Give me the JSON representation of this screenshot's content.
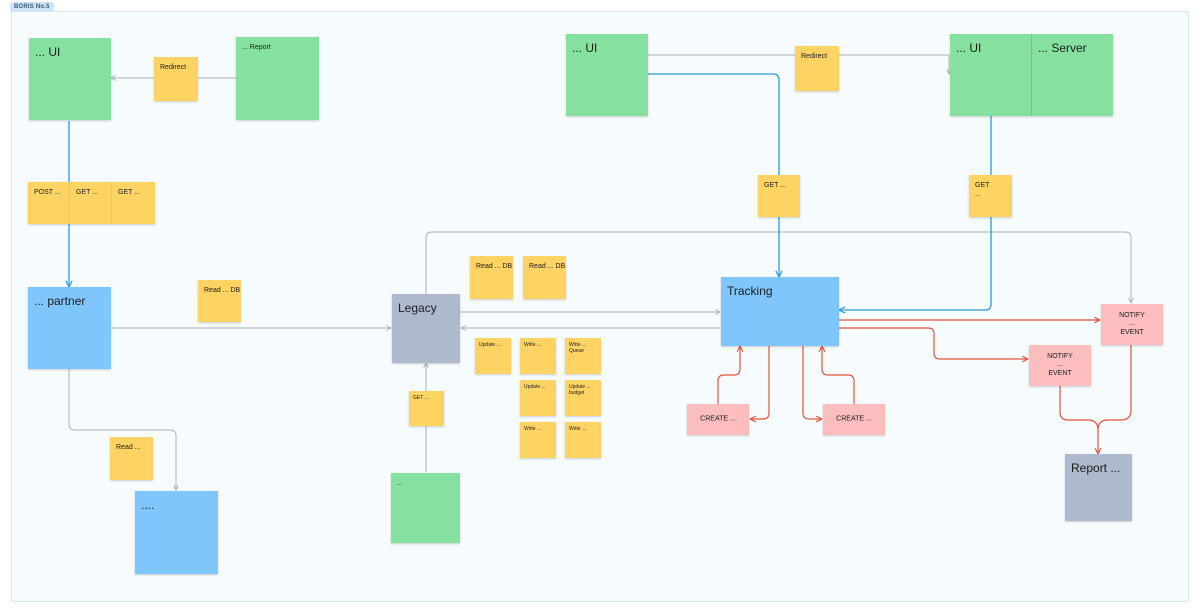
{
  "board": {
    "tag": "BORIS No.5"
  },
  "nodes": {
    "ui_left": "... UI",
    "report_top": "... Report",
    "redirect_left": "Redirect",
    "post": "POST ...",
    "get1": "GET ...",
    "get2": "GET ...",
    "partner": "... partner",
    "read_db_left": "Read ... DB",
    "read_bottom": "Read ...",
    "dots_blue": "....",
    "legacy": "Legacy",
    "get_legacy": "GET ...",
    "green_bottom": "...",
    "read_db_1": "Read ... DB",
    "read_db_2": "Read ... DB",
    "update_1": "Update ...",
    "write_1": "Write ...",
    "write_queue": "Write ... Queue",
    "update_2": "Update ...",
    "update_budget": "Update ...\nbudget",
    "write_2": "Write ...",
    "write_3": "Write ...",
    "ui_mid": "... UI",
    "redirect_right": "Redirect",
    "ui_right": "... UI",
    "server": "... Server",
    "get_mid": "GET ...",
    "get_right": "GET\n...",
    "tracking": "Tracking",
    "create_1": "CREATE ...",
    "create_2": "CREATE ...",
    "notify_1": "NOTIFY\n...\nEVENT",
    "notify_2": "NOTIFY\n...\nEVENT",
    "report_bottom": "Report ..."
  },
  "colors": {
    "green": "#86e0a0",
    "blue": "#7fc6fc",
    "yellow": "#fdd363",
    "gray": "#adb9cd",
    "pink": "#fbbdbd",
    "edge_gray": "#a9b2bc",
    "edge_blue": "#2b9be0",
    "edge_red": "#e5533c"
  }
}
